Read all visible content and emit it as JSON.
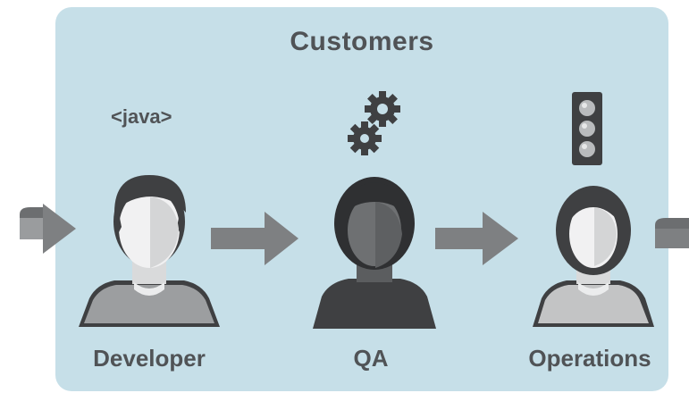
{
  "diagram": {
    "title": "Customers",
    "code_tag": "<java>",
    "roles": [
      {
        "label": "Developer",
        "icon": "person-short-hair-icon"
      },
      {
        "label": "QA",
        "icon": "person-dark-icon"
      },
      {
        "label": "Operations",
        "icon": "person-long-hair-icon"
      }
    ],
    "decorations": [
      "java-tag",
      "gears-icon",
      "traffic-light-icon"
    ],
    "colors": {
      "panel": "#c6dfe8",
      "arrow": "#7e8082",
      "text": "#505356",
      "dark": "#3f4042"
    }
  }
}
